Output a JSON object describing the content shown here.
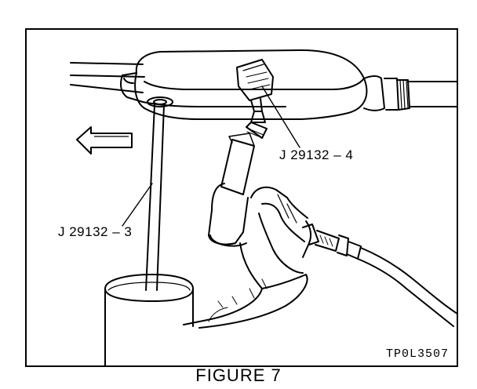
{
  "figure": {
    "caption": "FIGURE 7",
    "code": "TP0L3507",
    "callouts": {
      "tool_4": "J 29132 – 4",
      "tool_3": "J 29132 – 3"
    },
    "icons": [
      "arrow-left-icon"
    ]
  }
}
